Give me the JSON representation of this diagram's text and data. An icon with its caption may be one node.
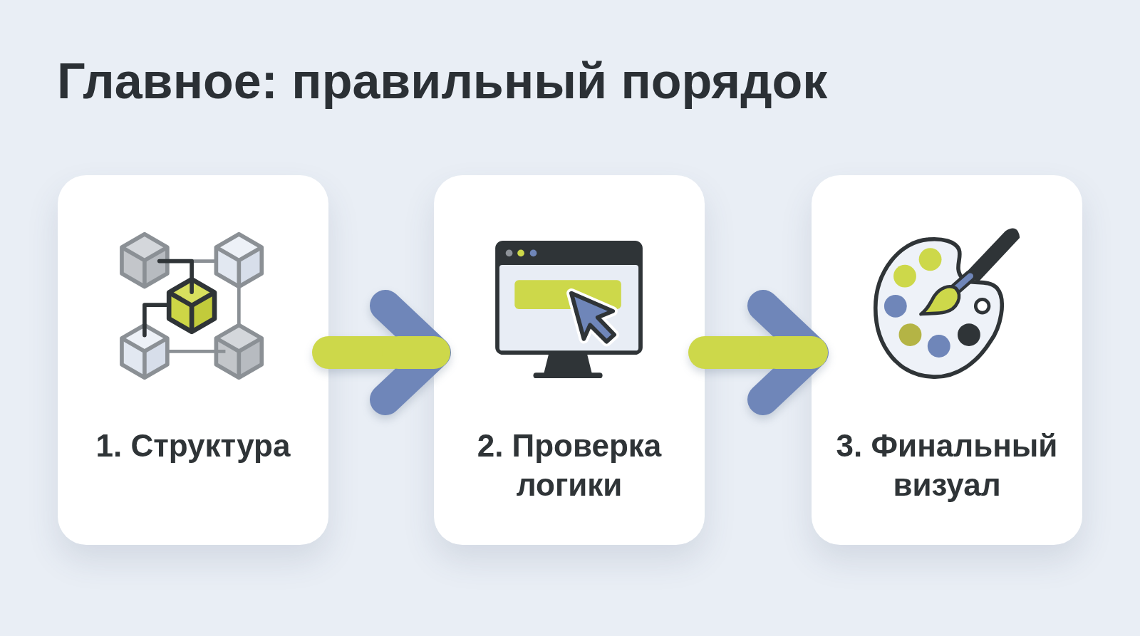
{
  "diagram": {
    "title": "Главное: правильный порядок",
    "nodes": [
      {
        "text": [
          "1. Структура"
        ]
      },
      {
        "text": [
          "2. Проверка логики"
        ]
      },
      {
        "text": [
          "3. Финальный визуал"
        ]
      }
    ],
    "edges": [
      {
        "from": 0,
        "to": 1,
        "arrow": "to"
      },
      {
        "from": 1,
        "to": 2,
        "arrow": "to"
      }
    ]
  }
}
